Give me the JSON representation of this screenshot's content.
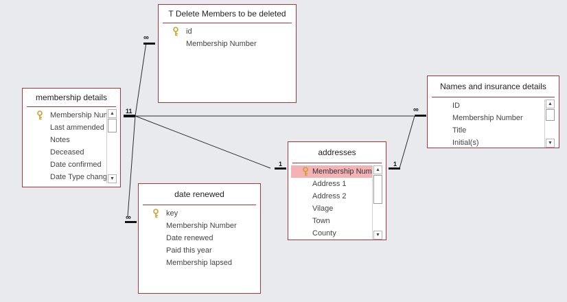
{
  "tables": {
    "delete_members": {
      "title": "T Delete Members to be deleted",
      "fields": [
        "id",
        "Membership Number"
      ]
    },
    "membership_details": {
      "title": "membership details",
      "fields": [
        "Membership Number",
        "Last ammended",
        "Notes",
        "Deceased",
        "Date confirmed",
        "Date Type change"
      ]
    },
    "names_insurance": {
      "title": "Names and insurance details",
      "fields": [
        "ID",
        "Membership Number",
        "Title",
        "Initial(s)"
      ]
    },
    "addresses": {
      "title": "addresses",
      "fields": [
        "Membership Number",
        "Address 1",
        "Address 2",
        "Vilage",
        "Town",
        "County"
      ]
    },
    "date_renewed": {
      "title": "date renewed",
      "fields": [
        "key",
        "Membership Number",
        "Date renewed",
        "Paid this year",
        "Membership lapsed"
      ]
    }
  },
  "cardinality": {
    "one": "1",
    "one_one": "11",
    "many": "∞"
  },
  "icons": {
    "primary_key": "key-icon",
    "scroll_up": "chevron-up-icon",
    "scroll_down": "chevron-down-icon"
  },
  "colors": {
    "canvas": "#e8eaee",
    "table_border": "#a5373c",
    "selected_row": "#f4b2b5",
    "key_gold": "#c9a227",
    "relationship_line": "#2b2b2b"
  }
}
